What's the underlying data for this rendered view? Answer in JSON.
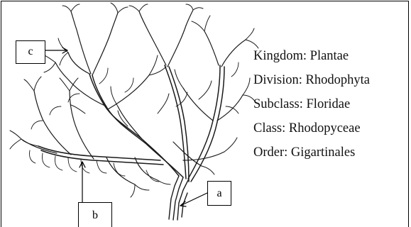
{
  "diagram": {
    "callouts": {
      "a": "a",
      "b": "b",
      "c": "c"
    },
    "taxonomy": [
      "Kingdom: Plantae",
      "Division: Rhodophyta",
      "Subclass: Floridae",
      "Class: Rhodopyceae",
      "Order: Gigartinales"
    ]
  }
}
